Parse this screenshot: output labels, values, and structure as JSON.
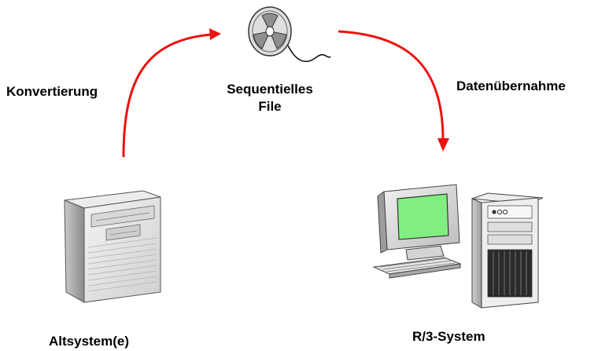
{
  "labels": {
    "conversion": "Konvertierung",
    "sequential_file_line1": "Sequentielles",
    "sequential_file_line2": "File",
    "data_transfer": "Datenübernahme",
    "legacy_system": "Altsystem(e)",
    "r3_system": "R/3-System"
  },
  "colors": {
    "arrow": "#ee1111",
    "screen": "#80ee80",
    "machine_light": "#e6e6e6",
    "machine_shadow": "#9a9a9a"
  },
  "icons": [
    "legacy-server-icon",
    "tape-reel-icon",
    "workstation-icon"
  ]
}
